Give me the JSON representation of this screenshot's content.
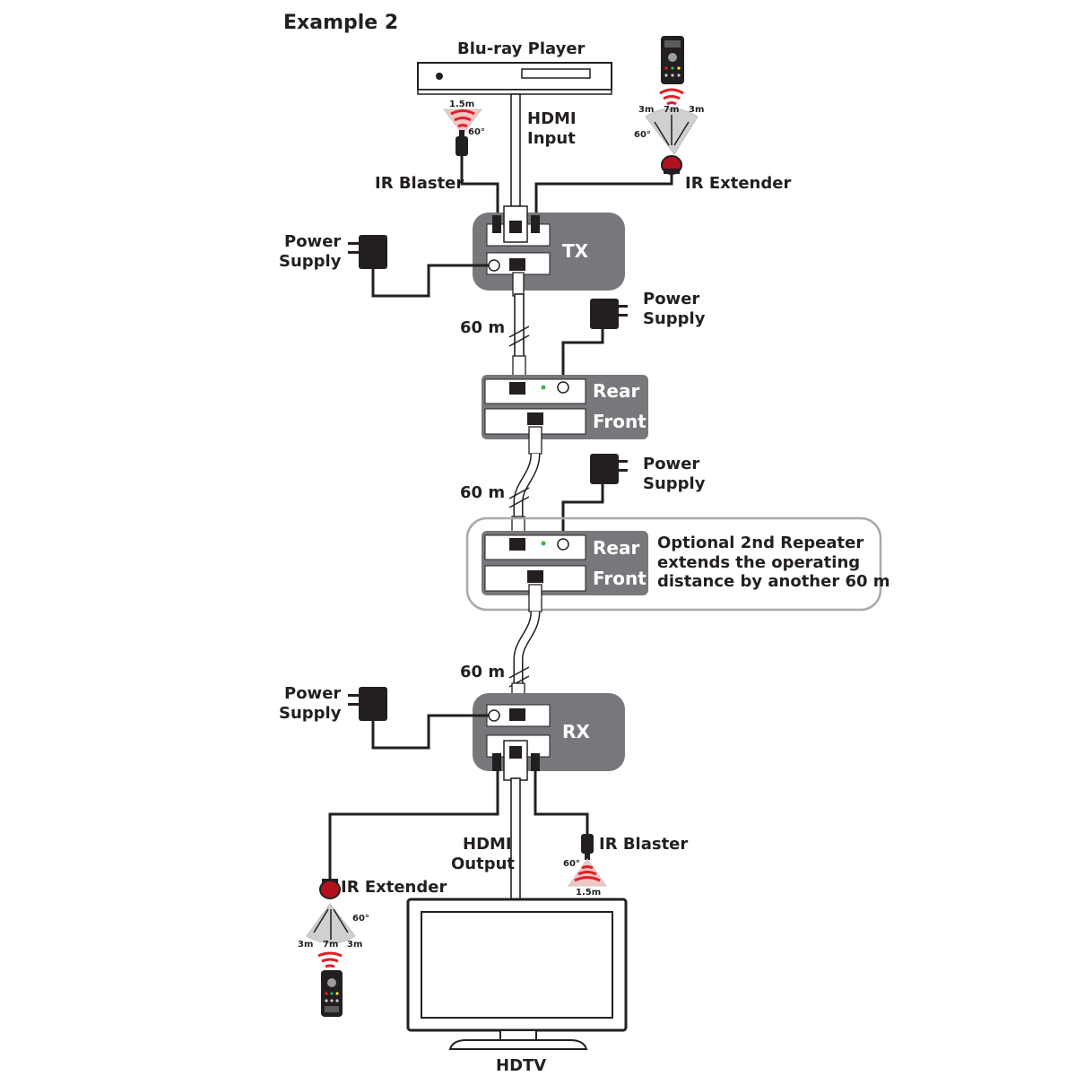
{
  "title": "Example 2",
  "source": {
    "label": "Blu-ray Player",
    "hdmi_label_line1": "HDMI",
    "hdmi_label_line2": "Input"
  },
  "tx": {
    "box_label": "TX",
    "ir_blaster_label": "IR Blaster",
    "ir_extender_label": "IR Extender",
    "power_line1": "Power",
    "power_line2": "Supply",
    "blaster_range": "1.5m",
    "blaster_angle": "60°",
    "extender_range_side_left": "3m",
    "extender_range_center": "7m",
    "extender_range_side_right": "3m",
    "extender_angle": "60°"
  },
  "links": [
    {
      "distance": "60 m"
    },
    {
      "distance": "60 m"
    },
    {
      "distance": "60 m"
    }
  ],
  "repeater1": {
    "rear_label": "Rear",
    "front_label": "Front",
    "power_line1": "Power",
    "power_line2": "Supply"
  },
  "repeater2": {
    "rear_label": "Rear",
    "front_label": "Front",
    "power_line1": "Power",
    "power_line2": "Supply",
    "note_line1": "Optional 2nd Repeater",
    "note_line2": "extends the operating",
    "note_line3": "distance by another 60 m"
  },
  "rx": {
    "box_label": "RX",
    "power_line1": "Power",
    "power_line2": "Supply",
    "hdmi_label_line1": "HDMI",
    "hdmi_label_line2": "Output",
    "ir_blaster_label": "IR Blaster",
    "ir_extender_label": "IR Extender",
    "blaster_range": "1.5m",
    "blaster_angle": "60°",
    "extender_range_side_left": "3m",
    "extender_range_center": "7m",
    "extender_range_side_right": "3m",
    "extender_angle": "60°"
  },
  "sink": {
    "label": "HDTV"
  },
  "colors": {
    "device_gray": "#77787b",
    "ir_red": "#e31e24",
    "led_dark_red": "#b2121d",
    "outline": "#231f20"
  }
}
